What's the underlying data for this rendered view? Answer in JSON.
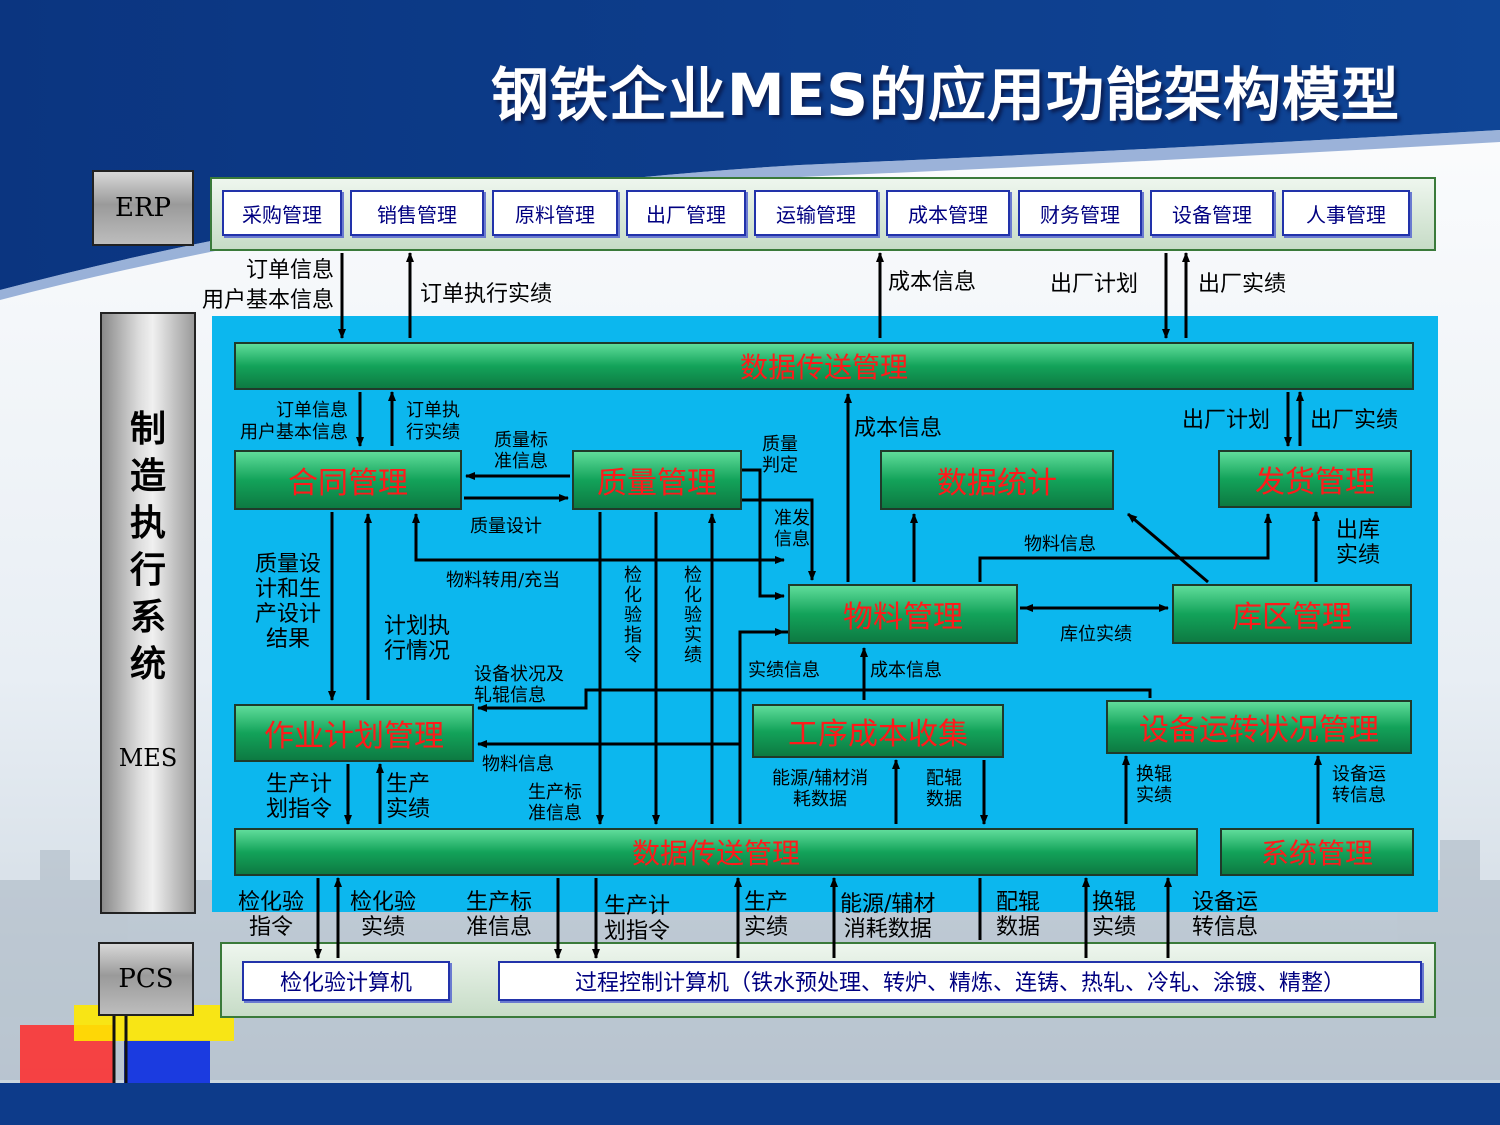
{
  "title": "钢铁企业MES的应用功能架构模型",
  "layers": {
    "erp": "ERP",
    "mes_cn": "制造执行系统",
    "mes": "MES",
    "pcs": "PCS"
  },
  "erp_modules": [
    "采购管理",
    "销售管理",
    "原料管理",
    "出厂管理",
    "运输管理",
    "成本管理",
    "财务管理",
    "设备管理",
    "人事管理"
  ],
  "pcs_modules": [
    "检化验计算机",
    "过程控制计算机（铁水预处理、转炉、精炼、连铸、热轧、冷轧、涂镀、精整）"
  ],
  "mes_modules": {
    "transfer_top": "数据传送管理",
    "contract": "合同管理",
    "quality": "质量管理",
    "statistics": "数据统计",
    "shipping": "发货管理",
    "material": "物料管理",
    "storage": "库区管理",
    "scheduling": "作业计划管理",
    "process_cost": "工序成本收集",
    "equipment": "设备运转状况管理",
    "transfer_bottom": "数据传送管理",
    "system": "系统管理"
  },
  "labels": {
    "l_erp_order": "订单信息\n用户基本信息",
    "l_erp_order_result": "订单执行实绩",
    "l_erp_cost": "成本信息",
    "l_erp_plan": "出厂计划",
    "l_erp_actual": "出厂实绩",
    "l_order": "订单信息\n用户基本信息",
    "l_order_result": "订单执\n行实绩",
    "l_qstd": "质量标\n准信息",
    "l_qjudge": "质量\n判定",
    "l_cost": "成本信息",
    "l_plan": "出厂计划",
    "l_actual": "出厂实绩",
    "l_qdesign": "质量设计",
    "l_release": "准发\n信息",
    "l_matinfo": "物料信息",
    "l_outstock": "出库\n实绩",
    "l_qdesign_result": "质量设\n计和生\n产设计\n结果",
    "l_matconv": "物料转用/充当",
    "l_insp_cmd": "检\n化\n验\n指\n令",
    "l_insp_result": "检\n化\n验\n实\n绩",
    "l_plan_exec": "计划执\n行情况",
    "l_loc_result": "库位实绩",
    "l_equip_roll": "设备状况及\n轧辊信息",
    "l_result_info": "实绩信息",
    "l_cost_info2": "成本信息",
    "l_matinfo2": "物料信息",
    "l_prod_cmd": "生产计\n划指令",
    "l_prod_result": "生产\n实绩",
    "l_prod_std": "生产标\n准信息",
    "l_energy": "能源/辅材消\n耗数据",
    "l_roll_data": "配辊\n数据",
    "l_roll_change": "换辊\n实绩",
    "l_equip_info": "设备运\n转信息",
    "b_insp_cmd": "检化验\n指令",
    "b_insp_result": "检化验\n实绩",
    "b_prod_std": "生产标\n准信息",
    "b_prod_cmd": "生产计\n划指令",
    "b_prod_result": "生产\n实绩",
    "b_energy": "能源/辅材\n消耗数据",
    "b_roll_data": "配辊\n数据",
    "b_roll_change": "换辊\n实绩",
    "b_equip_info": "设备运\n转信息"
  },
  "colors": {
    "header_blue": "#0d3b8a",
    "mes_area": "#0cb7ee",
    "module_text": "#ff1a1a",
    "module_green": "#13a35a",
    "sub_text": "#000080"
  }
}
